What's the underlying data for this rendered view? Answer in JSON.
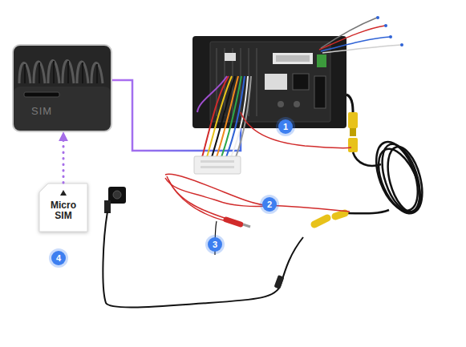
{
  "diagram": {
    "nodes": [
      {
        "text": [
          "SIM"
        ]
      },
      {
        "text": [
          "Micro SIM"
        ]
      }
    ],
    "edges": [
      {
        "from": 1,
        "to": 0,
        "arrow": "to"
      }
    ],
    "labels": [
      "1",
      "2",
      "3",
      "4"
    ]
  }
}
